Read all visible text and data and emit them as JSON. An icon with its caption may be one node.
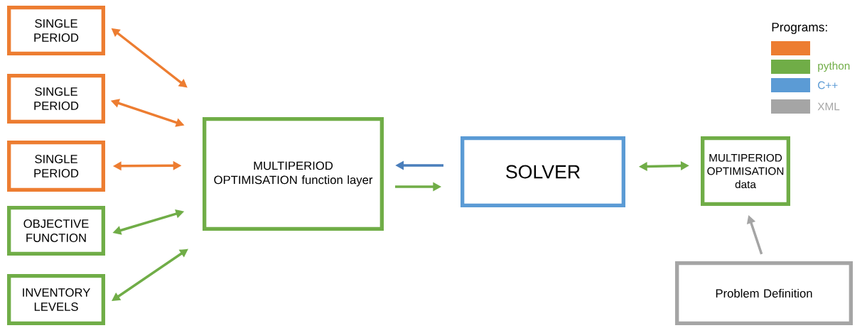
{
  "diagram": {
    "nodes": [
      {
        "text": [
          "SINGLE PERIOD"
        ]
      },
      {
        "text": [
          "SINGLE PERIOD"
        ]
      },
      {
        "text": [
          "SINGLE PERIOD"
        ]
      },
      {
        "text": [
          "OBJECTIVE FUNCTION"
        ]
      },
      {
        "text": [
          "INVENTORY LEVELS"
        ]
      },
      {
        "text": [
          "MULTIPERIOD OPTIMISATION function layer"
        ]
      },
      {
        "text": [
          "SOLVER"
        ]
      },
      {
        "text": [
          "MULTIPERIOD OPTIMISATION data"
        ]
      },
      {
        "text": [
          "Problem Definition"
        ]
      }
    ],
    "edges": [
      {
        "from": 0,
        "to": 5,
        "arrow": "both",
        "color": "#ed7d31"
      },
      {
        "from": 1,
        "to": 5,
        "arrow": "both",
        "color": "#ed7d31"
      },
      {
        "from": 2,
        "to": 5,
        "arrow": "both",
        "color": "#ed7d31"
      },
      {
        "from": 3,
        "to": 5,
        "arrow": "both"
      },
      {
        "from": 4,
        "to": 5,
        "arrow": "both"
      },
      {
        "from": 6,
        "to": 5,
        "arrow": "to",
        "color": "#4a7ebb"
      },
      {
        "from": 5,
        "to": 6,
        "arrow": "to"
      },
      {
        "from": 6,
        "to": 7,
        "arrow": "both"
      },
      {
        "from": 8,
        "to": 7,
        "arrow": "to",
        "color": "#a5a5a5"
      }
    ],
    "labels": [
      "Programs:"
    ],
    "legend": [
      {
        "text": "python",
        "color": "#70ad47"
      },
      {
        "text": "C++",
        "color": "#5b9bd5"
      },
      {
        "text": "XML",
        "color": "#a5a5a5"
      }
    ]
  }
}
